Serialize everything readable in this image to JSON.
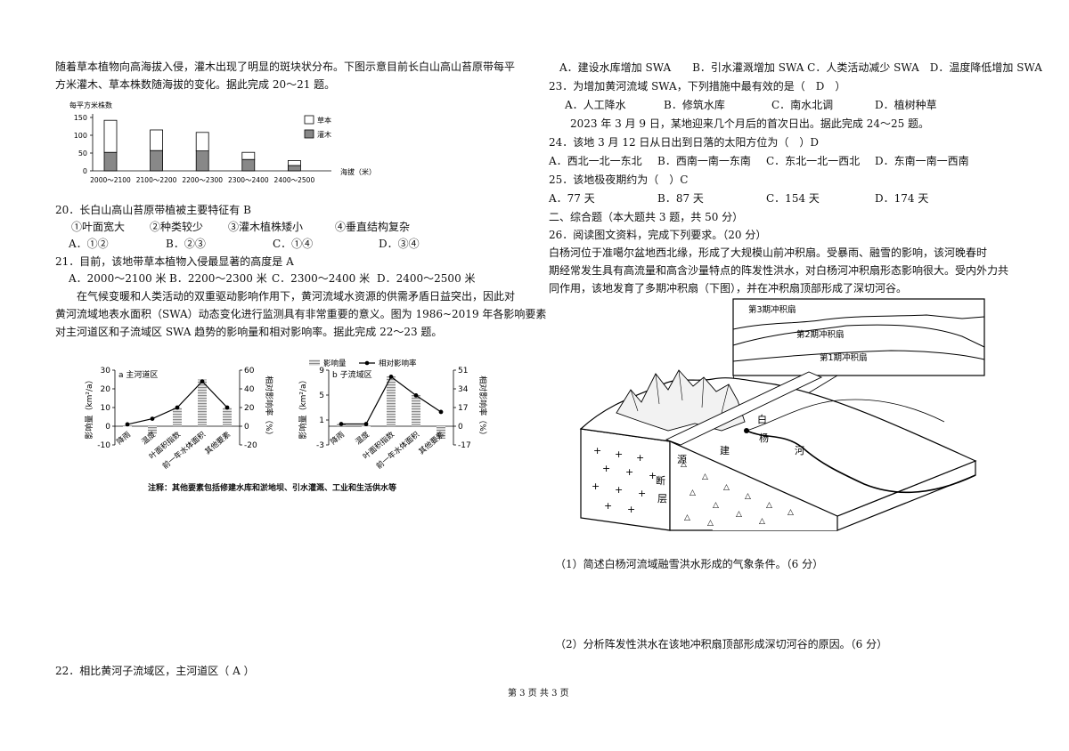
{
  "left": {
    "intro1": "随着草本植物向高海拔入侵，灌木出现了明显的斑块状分布。下图示意目前长白山高山苔原带每平",
    "intro2": "方米灌木、草本株数随海拔的变化。据此完成 20～21 题。",
    "q20": "20．长白山高山苔原带植被主要特征有 B",
    "q20_opts": [
      "①叶面宽大",
      "②种类较少",
      "③灌木植株矮小",
      "④垂直结构复杂"
    ],
    "q20_ans": [
      "A．①②",
      "B．②③",
      "C．①④",
      "D．③④"
    ],
    "q21": "21．目前，该地带草本植物入侵最显著的高度是 A",
    "q21_opts": [
      "A．2000～2100 米",
      "B．2200～2300 米",
      "C．2300～2400 米",
      "D．2400～2500 米"
    ],
    "intro3": "在气候变暖和人类活动的双重驱动影响作用下，黄河流域水资源的供需矛盾日益突出，因此对",
    "intro4": "黄河流域地表水面积（SWA）动态变化进行监测具有非常重要的意义。图为 1986~2019 年各影响要素",
    "intro5": "对主河道区和子流域区 SWA 趋势的影响量和相对影响率。据此完成 22～23 题。",
    "q22": "22．相比黄河子流域区，主河道区（ A ）"
  },
  "right": {
    "q22_opts": "A．建设水库增加 SWA　　B．引水灌溉增加 SWA C．人类活动减少 SWA　D．温度降低增加 SWA",
    "q23": "23．为增加黄河流域 SWA，下列措施中最有效的是（　D　）",
    "q23_opts": [
      "A．人工降水",
      "B．修筑水库",
      "C．南水北调",
      "D．植树种草"
    ],
    "intro": "2023 年 3 月 9 日，某地迎来几个月后的首次日出。据此完成 24～25 题。",
    "q24": "24．该地 3 月 12 日从日出到日落的太阳方位为（　）D",
    "q24_opts": [
      "A．西北一北一东北",
      "B．西南一南一东南",
      "C．东北一北一西北",
      "D．东南一南一西南"
    ],
    "q25": "25．该地极夜期约为（　）C",
    "q25_opts": [
      "A．77 天",
      "B．87 天",
      "C．154 天",
      "D．174 天"
    ],
    "section": "二、综合题（本大题共 3 题，共 50 分）",
    "q26": "26．阅读图文资料，完成下列要求。（20 分）",
    "para1": "白杨河位于准噶尔盆地西北缘，形成了大规模山前冲积扇。受暴雨、融雪的影响，该河晚春时",
    "para2": "期经常发生具有高流量和高含沙量特点的阵发性洪水，对白杨河冲积扇形态影响很大。受内外力共",
    "para3": "同作用，该地发育了多期冲积扇（下图），并在冲积扇顶部形成了深切河谷。",
    "sub1": "（1）简述白杨河流域融雪洪水形成的气象条件。（6 分）",
    "sub2": "（2）分析阵发性洪水在该地冲积扇顶部形成深切河谷的原因。（6 分）",
    "diagram": {
      "fan3": "第3期冲积扇",
      "fan2": "第2期冲积扇",
      "fan1": "第1期冲积扇",
      "bai": "白",
      "yang": "杨",
      "he": "河",
      "jian": "建",
      "duan": "断",
      "ceng": "层",
      "yuan": "源"
    }
  },
  "footer": "第 3 页 共 3 页",
  "chart_data": [
    {
      "type": "bar",
      "ylabel": "每平方米株数",
      "xlabel": "海拔（米）",
      "categories": [
        "2000～2100",
        "2100～2200",
        "2200～2300",
        "2300～2400",
        "2400～2500"
      ],
      "series": [
        {
          "name": "草本",
          "values": [
            90,
            58,
            52,
            20,
            14
          ]
        },
        {
          "name": "灌木",
          "values": [
            52,
            57,
            56,
            32,
            15
          ]
        }
      ],
      "stacked": true,
      "ylim": [
        0,
        150
      ],
      "yticks": [
        0,
        50,
        100,
        150
      ]
    },
    {
      "type": "bar+line",
      "title": "a 主河道区",
      "legend": [
        "影响量",
        "相对影响率"
      ],
      "ylabel": "影响量（km²/a）",
      "y2label": "相对影响率（%）",
      "categories": [
        "降雨",
        "温度",
        "叶面积指数",
        "前一年水体面积",
        "其他要素"
      ],
      "values": [
        0,
        -4,
        10,
        25,
        10
      ],
      "rates": [
        2,
        8,
        20,
        48,
        20
      ],
      "ylim": [
        -10,
        30
      ],
      "yticks": [
        -10,
        0,
        10,
        20,
        30
      ],
      "y2lim": [
        -20,
        60
      ],
      "y2ticks": [
        -20,
        0,
        20,
        40,
        60
      ]
    },
    {
      "type": "bar+line",
      "title": "b 子流域区",
      "ylabel": "影响量（km²/a）",
      "y2label": "相对影响率（%）",
      "categories": [
        "降雨",
        "温度",
        "叶面积指数",
        "前一年水体面积",
        "其他要素"
      ],
      "values": [
        0.5,
        0,
        8,
        5,
        -2
      ],
      "rates": [
        2,
        2,
        45,
        28,
        13
      ],
      "ylim": [
        -3,
        9
      ],
      "yticks": [
        -3,
        1,
        5,
        9
      ],
      "y2lim": [
        -17,
        51
      ],
      "y2ticks": [
        -17,
        0,
        17,
        34,
        51
      ]
    }
  ],
  "chart_note": "注释：其他要素包括修建水库和淤地坝、引水灌溉、工业和生活供水等"
}
